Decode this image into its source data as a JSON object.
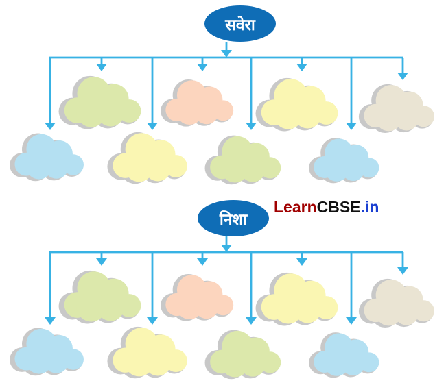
{
  "palette": {
    "arrow": "#38b2e4",
    "node_fill": "#0f6db6",
    "node_text": "#ffffff",
    "shadow": "#c8c8c8",
    "green": "#dce8ab",
    "peach": "#fcd5be",
    "yellow": "#faf6b2",
    "beige": "#eae4d3",
    "blue": "#b4e0f2",
    "background": "#ffffff"
  },
  "watermark": {
    "learn": "Learn",
    "cbse": "CBSE",
    "dot_in": ".in",
    "learn_color": "#a00000",
    "cbse_color": "#111111",
    "in_color": "#1a3fd1"
  },
  "diagrams": [
    {
      "title": "सवेरा",
      "row1_clouds": [
        "green",
        "peach",
        "yellow",
        "beige"
      ],
      "row2_clouds": [
        "blue",
        "yellow",
        "green",
        "blue"
      ]
    },
    {
      "title": "निशा",
      "row1_clouds": [
        "green",
        "peach",
        "yellow",
        "beige"
      ],
      "row2_clouds": [
        "blue",
        "yellow",
        "green",
        "blue"
      ]
    }
  ]
}
